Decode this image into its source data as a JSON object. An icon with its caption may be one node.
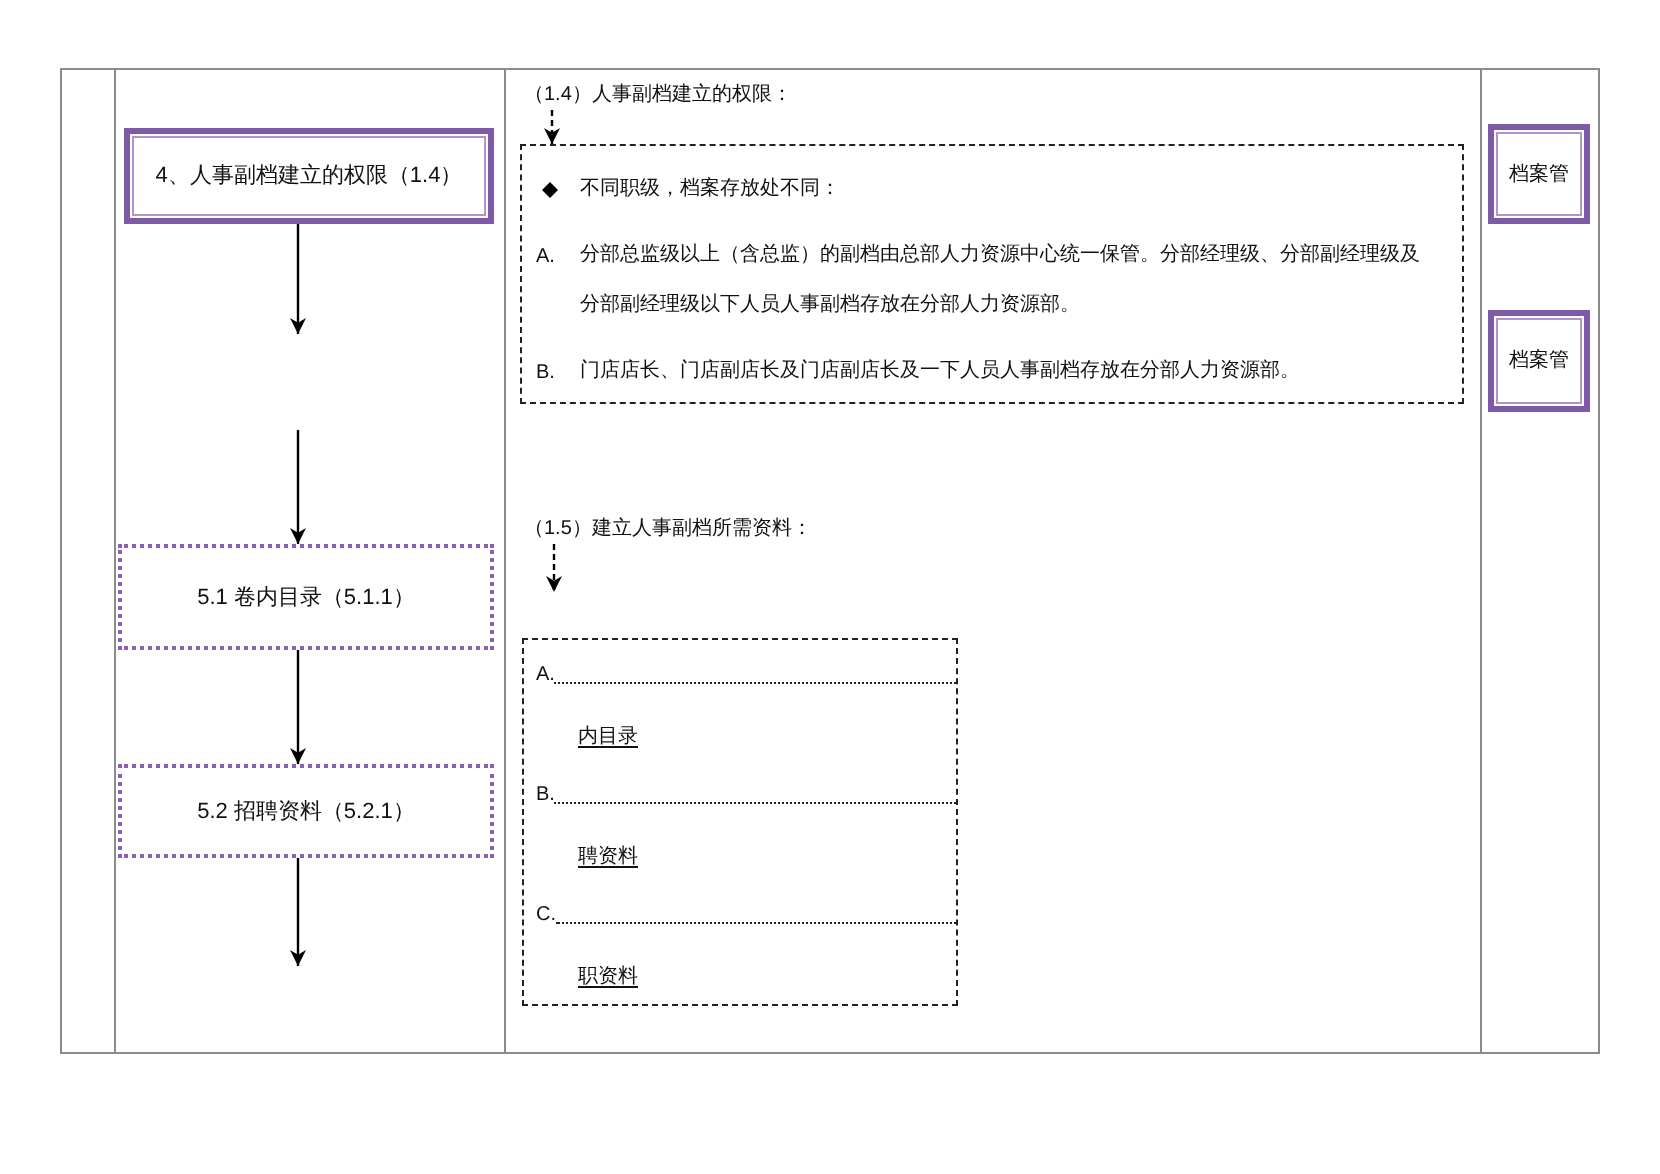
{
  "diagram": {
    "nodes": [
      {
        "text": [
          "4、人事副档建立的权限（1.4）"
        ]
      },
      {
        "text": [
          "（1.4）人事副档建立的权限："
        ]
      },
      {
        "text": [
          "不同职级，档案存放处不同：",
          "A.",
          "分部总监级以上（含总监）的副档由总部人力资源中心统一保管。分部经理级、分部副经理级及分部副经理级以下人员人事副档存放在分部人力资源部。",
          "B.",
          "门店店长、门店副店长及门店副店长及一下人员人事副档存放在分部人力资源部。"
        ]
      },
      {
        "text": [
          "档案管"
        ]
      },
      {
        "text": [
          "档案管"
        ]
      },
      {
        "text": [
          "5.1 卷内目录（5.1.1）"
        ]
      },
      {
        "text": [
          "（1.5）建立人事副档所需资料："
        ]
      },
      {
        "text": [
          "A.",
          "内目录",
          "B.",
          "聘资料",
          "C.",
          "职资料"
        ]
      },
      {
        "text": [
          "5.2 招聘资料（5.2.1）"
        ]
      }
    ],
    "edges": [
      {
        "from": 0,
        "to": null,
        "arrow": "to"
      },
      {
        "from": null,
        "to": 5,
        "arrow": "to"
      },
      {
        "from": 5,
        "to": 8,
        "arrow": "to"
      },
      {
        "from": 8,
        "to": null,
        "arrow": "to"
      },
      {
        "from": 1,
        "to": 2,
        "arrow": "to",
        "style": "dashed"
      },
      {
        "from": 6,
        "to": null,
        "arrow": "to",
        "style": "dashed"
      }
    ]
  }
}
